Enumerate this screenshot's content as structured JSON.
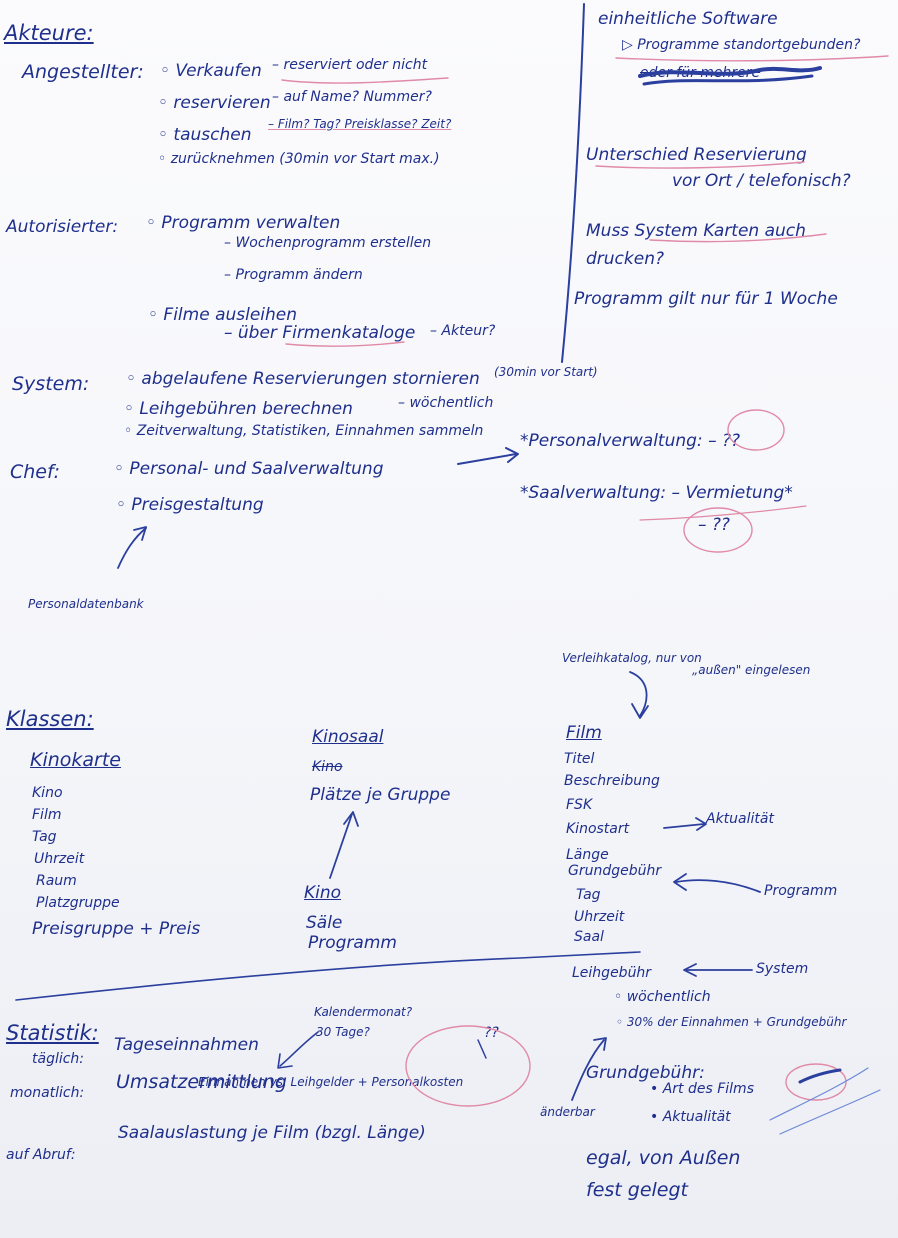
{
  "akteure": {
    "heading": "Akteure:",
    "angestellter": {
      "label": "Angestellter:",
      "items": [
        "◦ Verkaufen",
        "◦ reservieren",
        "◦ tauschen",
        "◦ zurücknehmen (30min vor Start max.)"
      ],
      "notes": [
        "– reserviert oder nicht",
        "– auf Name? Nummer?",
        "– Film? Tag? Preisklasse? Zeit?"
      ]
    },
    "autorisierter": {
      "label": "Autorisierter:",
      "programm": "◦ Programm verwalten",
      "wochenprogramm": "– Wochenprogramm erstellen",
      "programm_aendern": "– Programm ändern",
      "filme": "◦ Filme ausleihen",
      "firmenkataloge": "– über Firmenkataloge",
      "akteur_q": "– Akteur?"
    },
    "system": {
      "label": "System:",
      "items": [
        "◦ abgelaufene Reservierungen stornieren",
        "◦ Leihgebühren berechnen",
        "◦ Zeitverwaltung, Statistiken, Einnahmen sammeln"
      ],
      "note_30": "(30min vor Start)",
      "note_woech": "– wöchentlich"
    },
    "chef": {
      "label": "Chef:",
      "items": [
        "◦ Personal- und Saalverwaltung",
        "◦ Preisgestaltung"
      ],
      "personal": "*Personalverwaltung: – ??",
      "saal": "*Saalverwaltung: – Vermietung*",
      "saal_q": "– ??",
      "datenbank": "Personaldatenbank"
    }
  },
  "sidebar": {
    "software": "einheitliche Software",
    "programme": "▷ Programme standortgebunden?",
    "crossed": "oder für mehrere",
    "unterschied1": "Unterschied Reservierung",
    "unterschied2": "vor Ort / telefonisch?",
    "muss1": "Muss System Karten auch",
    "muss2": "drucken?",
    "programm_woche": "Programm gilt nur für 1 Woche"
  },
  "klassen": {
    "heading": "Klassen:",
    "kinokarte": {
      "title": "Kinokarte",
      "fields": [
        "Kino",
        "Film",
        "Tag",
        "Uhrzeit",
        "Raum",
        "Platzgruppe",
        "Preisgruppe + Preis"
      ]
    },
    "kinosaal": {
      "title": "Kinosaal",
      "crossed": "Kino",
      "fields": [
        "Plätze je Gruppe"
      ]
    },
    "kino": {
      "title": "Kino",
      "fields": [
        "Säle",
        "Programm"
      ]
    },
    "film": {
      "title": "Film",
      "fields": [
        "Titel",
        "Beschreibung",
        "FSK",
        "Kinostart",
        "Länge",
        "Grundgebühr",
        "Tag",
        "Uhrzeit",
        "Saal"
      ],
      "aktualitaet": "Aktualität",
      "programm": "Programm",
      "verleih1": "Verleihkatalog, nur von",
      "verleih2": "„außen\" eingelesen"
    },
    "leihgebuehr": {
      "title": "Leihgebühr",
      "system": "System",
      "items": [
        "◦ wöchentlich",
        "◦ 30% der Einnahmen + Grundgebühr"
      ]
    },
    "grundgebuehr": {
      "title": "Grundgebühr:",
      "items": [
        "• Art des Films",
        "• Aktualität"
      ],
      "aenderbar": "änderbar",
      "egal1": "egal, von Außen",
      "egal2": "fest gelegt"
    }
  },
  "statistik": {
    "heading": "Statistik:",
    "taeglich_label": "täglich:",
    "taeglich": "Tageseinnahmen",
    "monatlich_label": "monatlich:",
    "monatlich": "Umsatzermittlung",
    "monatlich_sub": "Einnahmen vs. Leihgelder + Personalkosten",
    "kalender1": "Kalendermonat?",
    "kalender2": "30 Tage?",
    "qq": "??",
    "abruf_label": "auf Abruf:",
    "abruf": "Saalauslastung je Film (bzgl. Länge)"
  }
}
